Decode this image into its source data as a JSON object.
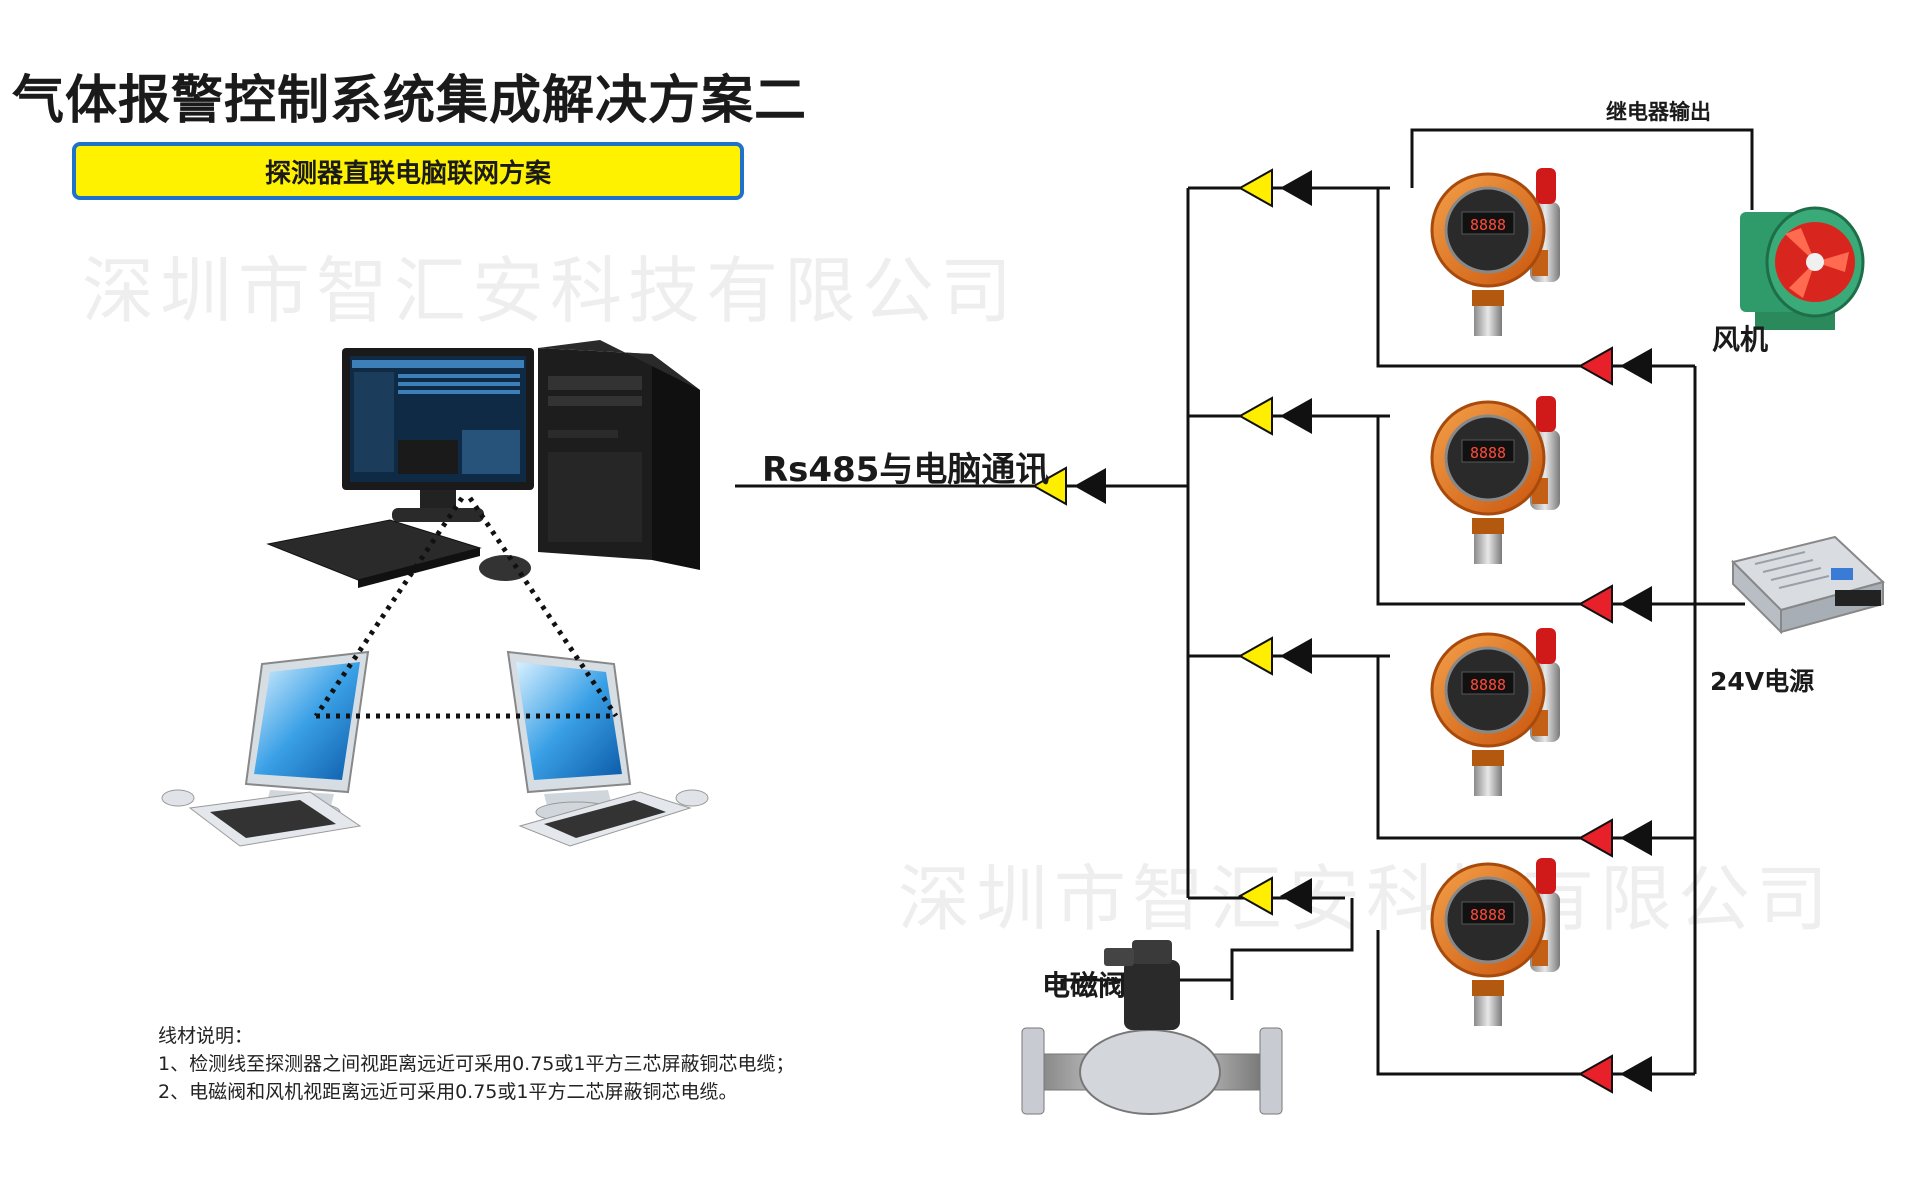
{
  "title": "气体报警控制系统集成解决方案二",
  "subtitle": "探测器直联电脑联网方案",
  "watermark": "深圳市智汇安科技有限公司",
  "labels": {
    "rs485": "Rs485与电脑通讯",
    "relay": "继电器输出",
    "fan": "风机",
    "psu": "24V电源",
    "valve": "电磁阀"
  },
  "detector_display": "8888",
  "notes": {
    "heading": "线材说明：",
    "line1": "1、检测线至探测器之间视距离远近可采用0.75或1平方三芯屏蔽铜芯电缆；",
    "line2": "2、电磁阀和风机视距离远近可采用0.75或1平方二芯屏蔽铜芯电缆。"
  },
  "colors": {
    "banner_bg": "#fff200",
    "banner_border": "#1e73c8",
    "arrow_yellow": "#ffee00",
    "arrow_red": "#e8202a",
    "detector_orange": "#e87a1e"
  }
}
